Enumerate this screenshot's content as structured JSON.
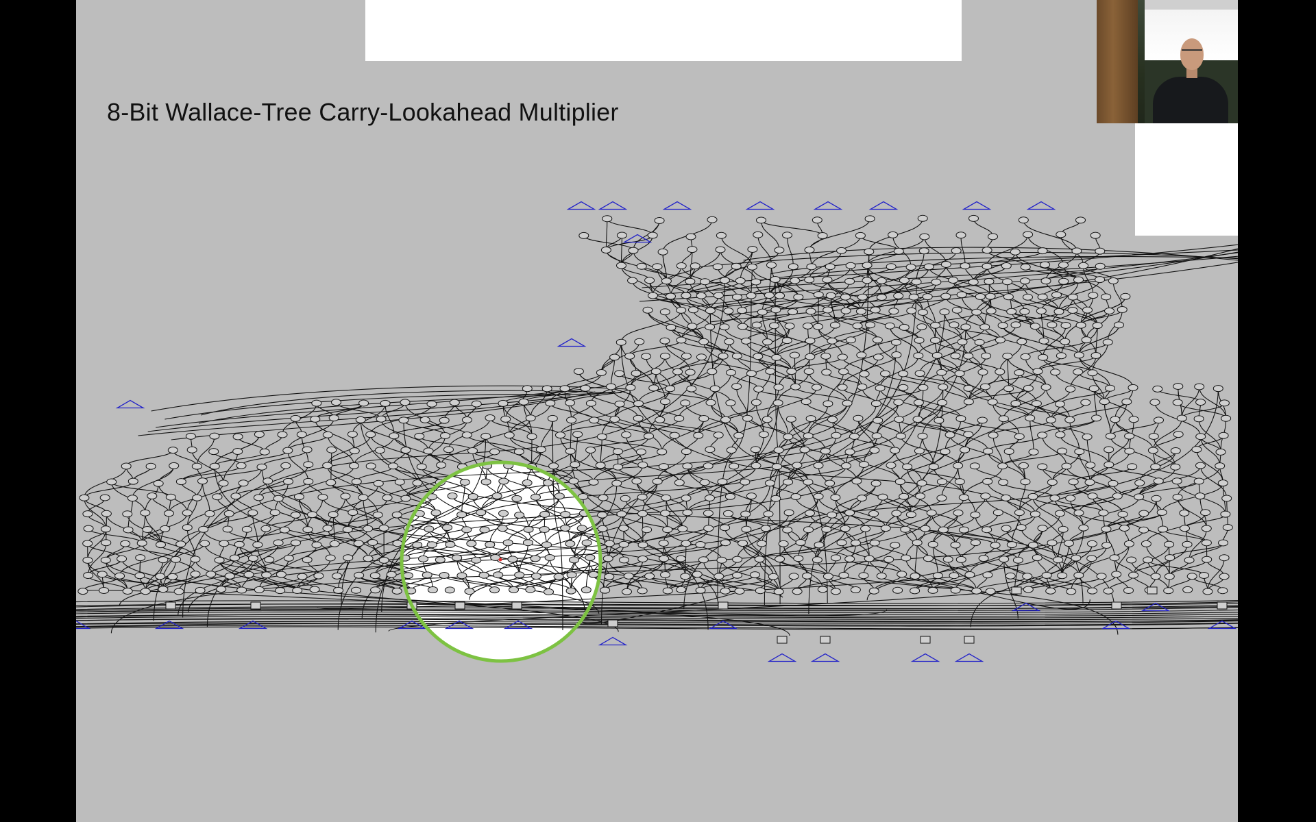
{
  "slide": {
    "title": "8-Bit Wallace-Tree Carry-Lookahead Multiplier"
  },
  "colors": {
    "background_slide": "#bdbdbd",
    "node_stroke": "#111111",
    "triangle_stroke": "#2424c8",
    "highlight_circle": "#7dc242",
    "highlight_fill": "#ffffff"
  },
  "icons": {
    "input_marker": "triangle-icon",
    "gate_node": "ellipse-node",
    "output_box": "square-node"
  },
  "webcam": {
    "label": "presenter-camera"
  }
}
